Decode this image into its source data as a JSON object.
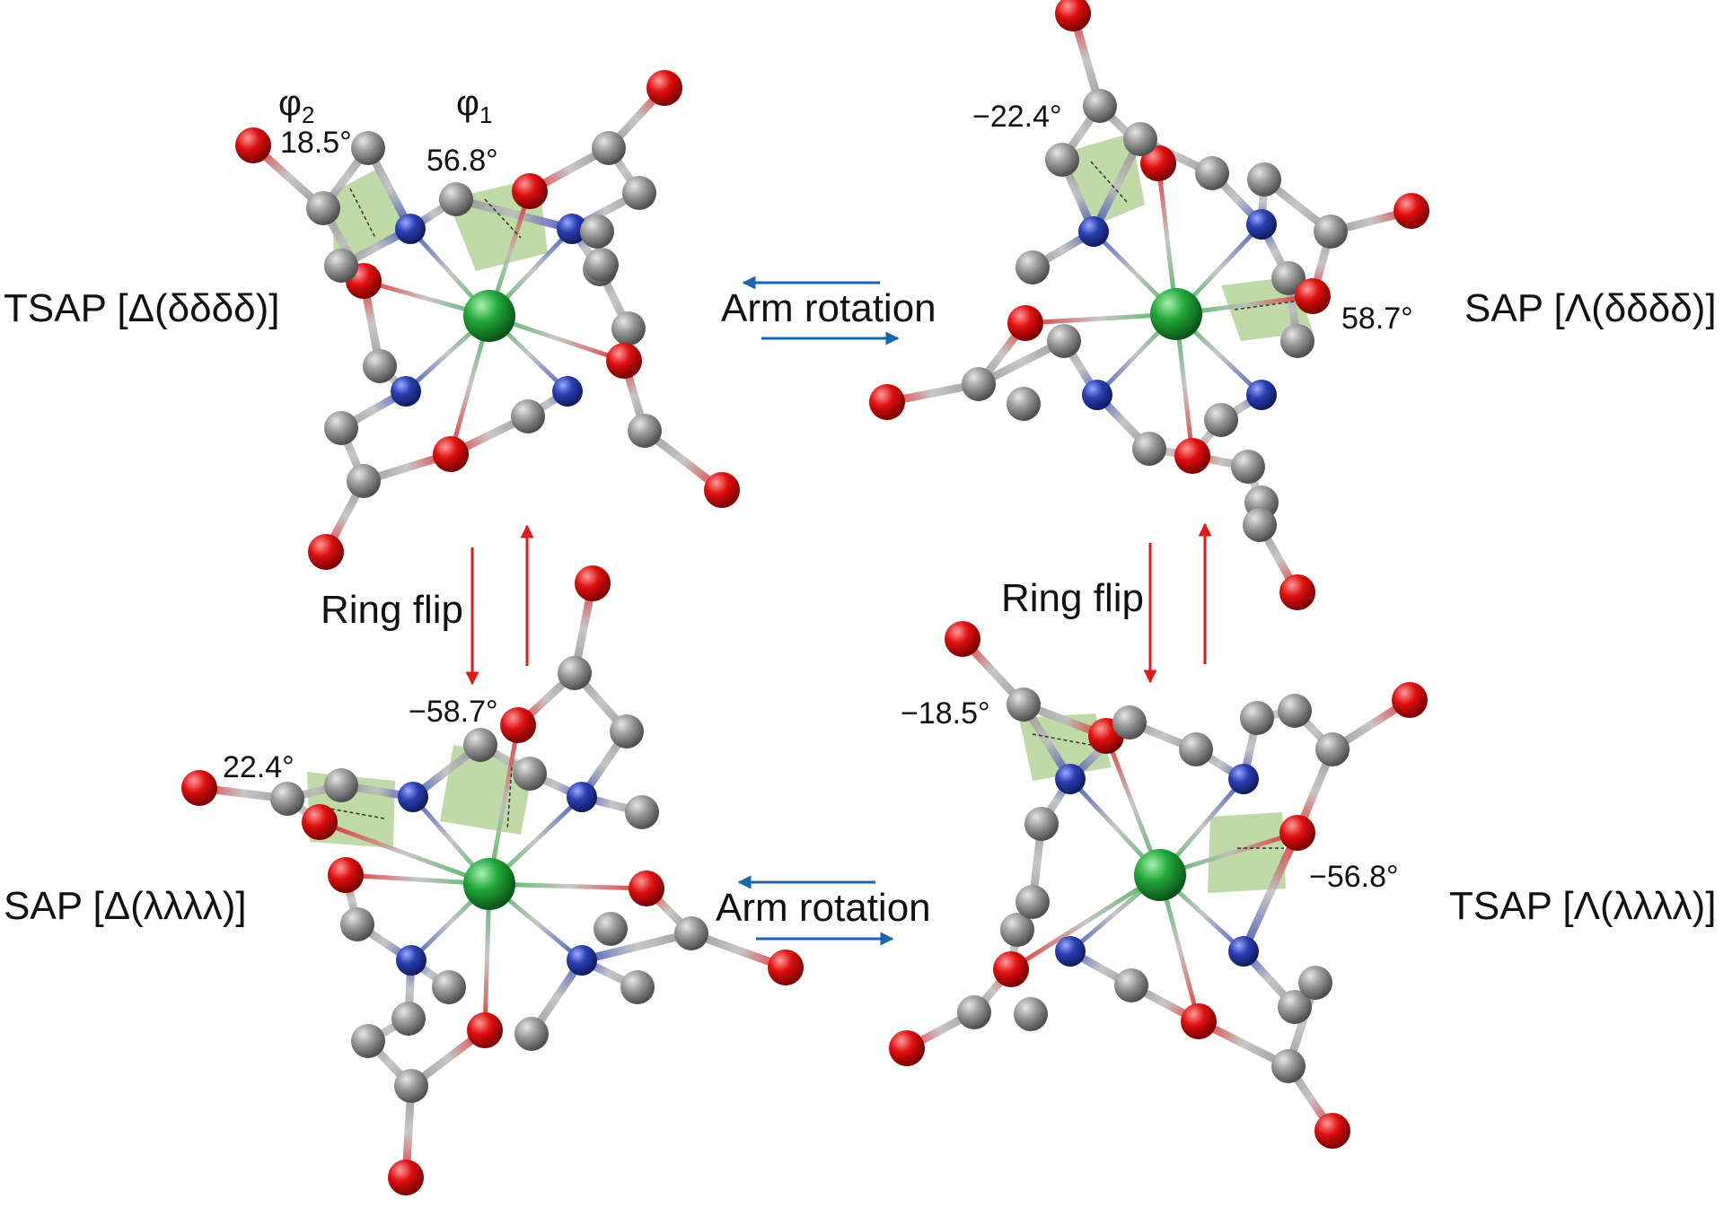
{
  "labels": {
    "tsap_delta": "TSAP [Δ(δδδδ)]",
    "sap_lambda": "SAP [Λ(δδδδ)]",
    "sap_delta": "SAP [Δ(λλλλ)]",
    "tsap_lambda": "TSAP [Λ(λλλλ)]",
    "arm_rotation_top": "Arm rotation",
    "arm_rotation_bottom": "Arm rotation",
    "ring_flip_left": "Ring flip",
    "ring_flip_right": "Ring flip"
  },
  "angles": {
    "phi2": "φ",
    "phi2_sub": "2",
    "phi1": "φ",
    "phi1_sub": "1",
    "tl_phi2": "18.5°",
    "tl_phi1": "56.8°",
    "tr_a": "−22.4°",
    "tr_b": "58.7°",
    "bl_a": "22.4°",
    "bl_b": "−58.7°",
    "br_a": "−18.5°",
    "br_b": "−56.8°"
  },
  "colors": {
    "metal": "#22a83a",
    "nitrogen": "#2a3fb0",
    "oxygen": "#e01010",
    "carbon": "#8a8a8a",
    "plane": "#9cc478",
    "arm_rotation_arrow": "#1a64b0",
    "ring_flip_arrow": "#e01a1a"
  }
}
